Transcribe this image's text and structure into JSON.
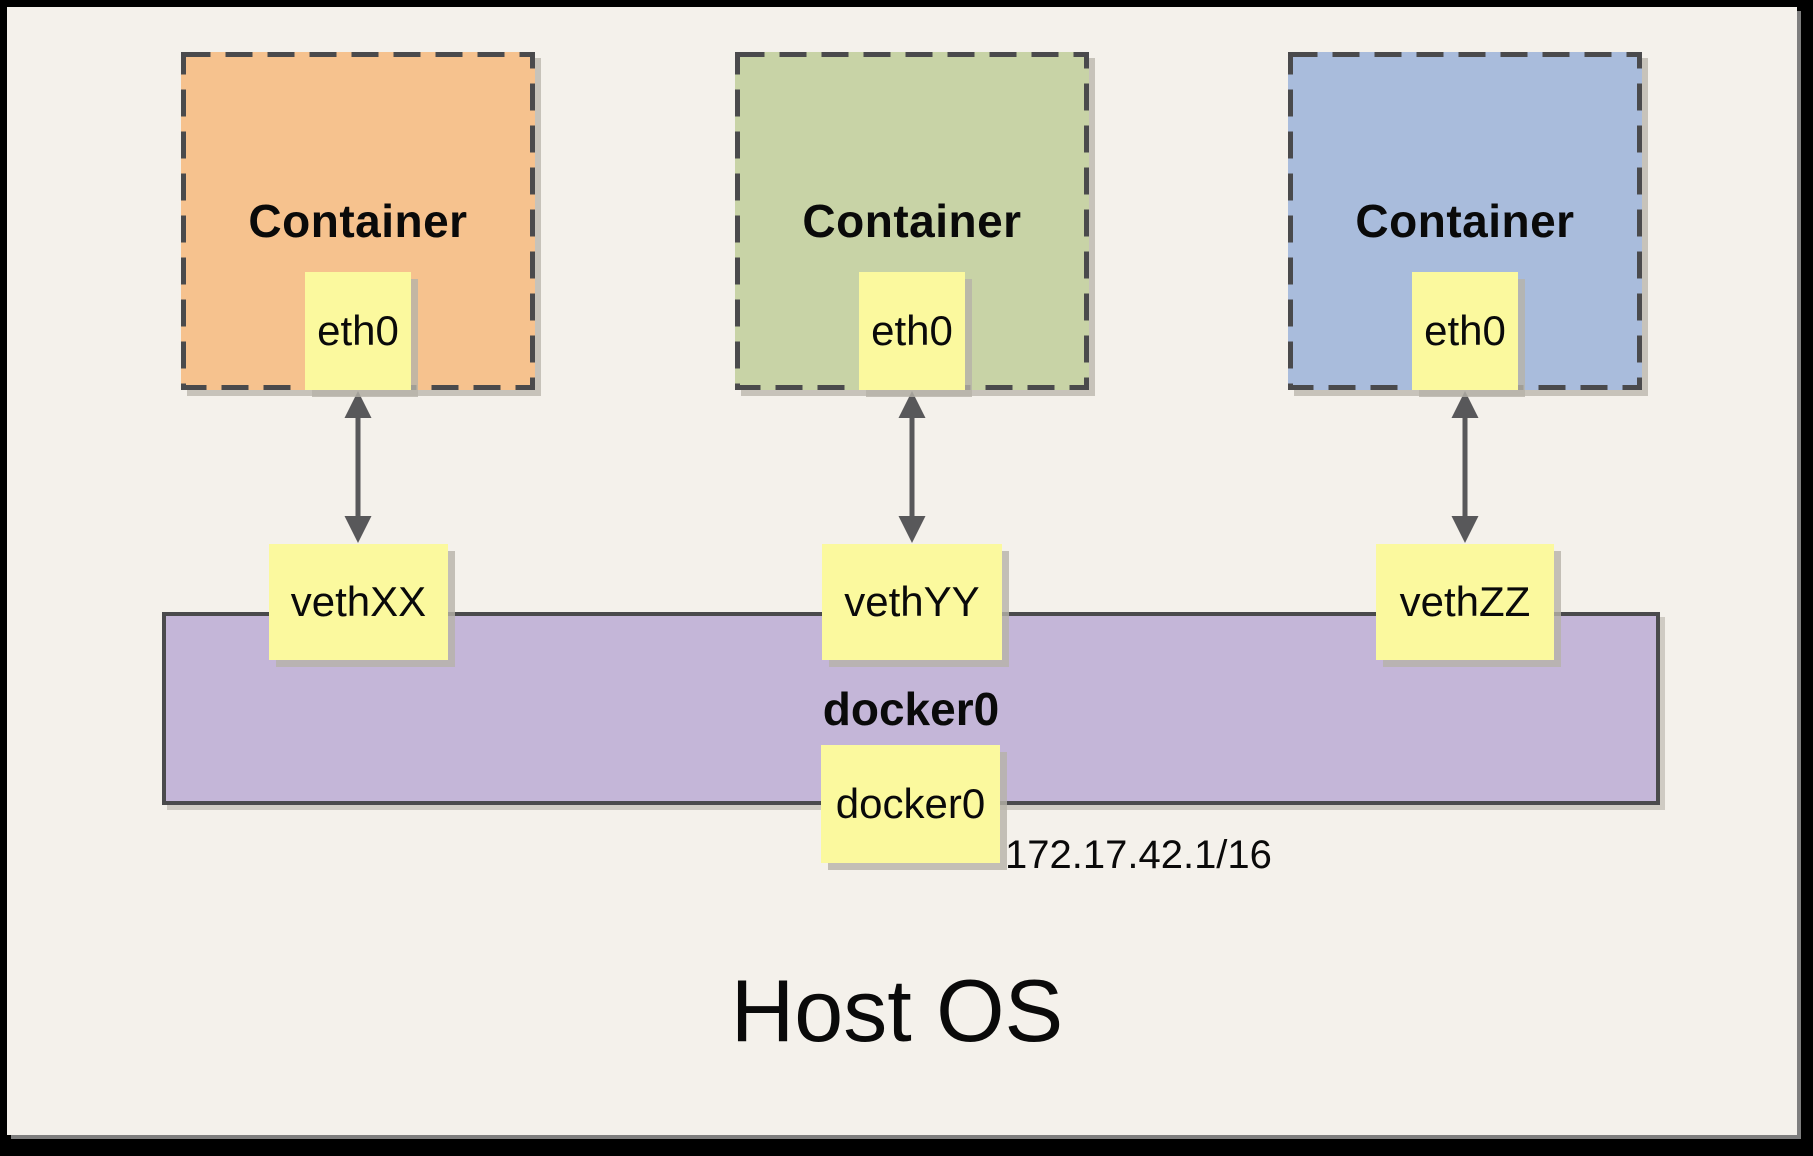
{
  "diagram": {
    "host_label": "Host OS",
    "containers": [
      {
        "label": "Container",
        "interface": "eth0",
        "color": "#F6C28E"
      },
      {
        "label": "Container",
        "interface": "eth0",
        "color": "#C8D3A6"
      },
      {
        "label": "Container",
        "interface": "eth0",
        "color": "#A9BCDC"
      }
    ],
    "veth_interfaces": [
      {
        "label": "vethXX"
      },
      {
        "label": "vethYY"
      },
      {
        "label": "vethZZ"
      }
    ],
    "bridge": {
      "label": "docker0",
      "interface": "docker0",
      "ip": "172.17.42.1/16",
      "color": "#C4B6D8"
    },
    "colors": {
      "note_yellow": "#FBF99E",
      "line_gray": "#4A4A4C",
      "canvas_background": "#F4F1EB"
    }
  }
}
